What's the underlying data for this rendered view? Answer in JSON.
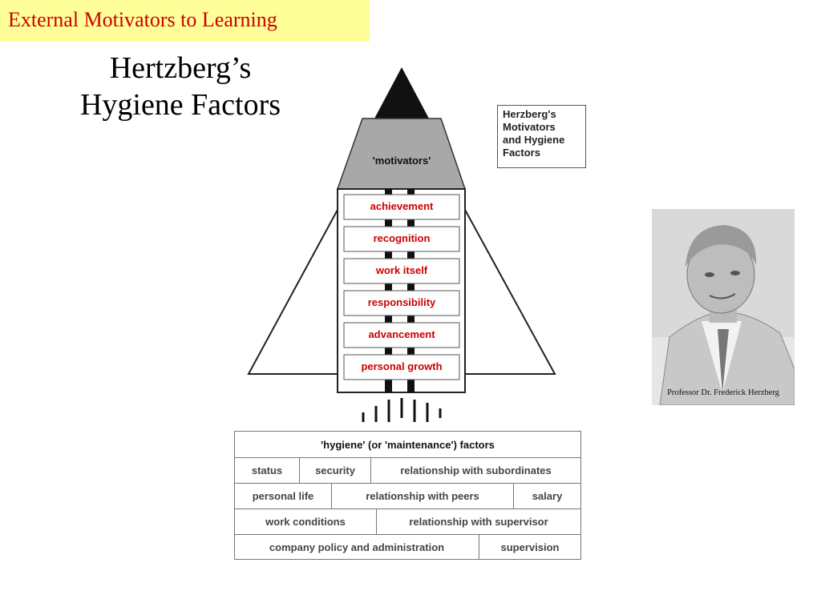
{
  "banner": {
    "text": "External Motivators to Learning"
  },
  "title": {
    "line1": "Hertzberg’s",
    "line2": "Hygiene Factors"
  },
  "diagram": {
    "motivators_label": "'motivators'",
    "motivators": [
      "achievement",
      "recognition",
      "work itself",
      "responsibility",
      "advancement",
      "personal growth"
    ],
    "hygiene_header": "'hygiene' (or 'maintenance') factors",
    "hygiene_rows": [
      [
        "status",
        "security",
        "relationship with subordinates"
      ],
      [
        "personal life",
        "relationship with peers",
        "salary"
      ],
      [
        "work conditions",
        "relationship with supervisor"
      ],
      [
        "company policy and administration",
        "supervision"
      ]
    ],
    "legend_lines": [
      "Herzberg's",
      "Motivators",
      "and Hygiene",
      "Factors"
    ]
  },
  "photo": {
    "caption": "Professor Dr. Frederick Herzberg"
  },
  "colors": {
    "banner_bg": "#ffff99",
    "banner_text": "#cc0000",
    "motivator_text": "#cc0000",
    "cap_gray": "#a8a8a8"
  }
}
